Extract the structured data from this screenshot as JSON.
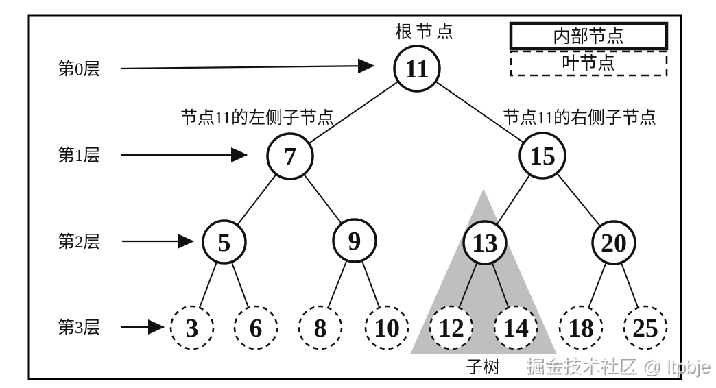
{
  "diagram": {
    "levels": [
      "第0层",
      "第1层",
      "第2层",
      "第3层"
    ],
    "annotations": {
      "root": "根节点",
      "left_child": "节点11的左侧子节点",
      "right_child": "节点11的右侧子节点",
      "subtree": "子树"
    },
    "legend": {
      "internal": "内部节点",
      "leaf": "叶节点"
    },
    "watermark": "掘金技术社区 @ ltpbje",
    "tree": {
      "level0": [
        "11"
      ],
      "level1": [
        "7",
        "15"
      ],
      "level2": [
        "5",
        "9",
        "13",
        "20"
      ],
      "level3": [
        "3",
        "6",
        "8",
        "10",
        "12",
        "14",
        "18",
        "25"
      ],
      "edges": [
        [
          "11",
          "7"
        ],
        [
          "11",
          "15"
        ],
        [
          "7",
          "5"
        ],
        [
          "7",
          "9"
        ],
        [
          "15",
          "13"
        ],
        [
          "15",
          "20"
        ],
        [
          "5",
          "3"
        ],
        [
          "5",
          "6"
        ],
        [
          "9",
          "8"
        ],
        [
          "9",
          "10"
        ],
        [
          "13",
          "12"
        ],
        [
          "13",
          "14"
        ],
        [
          "20",
          "18"
        ],
        [
          "20",
          "25"
        ]
      ],
      "root_node": "11",
      "internal_nodes": [
        "11",
        "7",
        "15",
        "5",
        "9",
        "13",
        "20"
      ],
      "leaf_nodes": [
        "3",
        "6",
        "8",
        "10",
        "12",
        "14",
        "18",
        "25"
      ],
      "subtree_nodes": [
        "13",
        "12",
        "14"
      ]
    },
    "colors": {
      "root_fill": "#c9c9c9",
      "subtree_fill": "#bfbfbf",
      "node_stroke": "#111111",
      "background": "#ffffff"
    }
  }
}
